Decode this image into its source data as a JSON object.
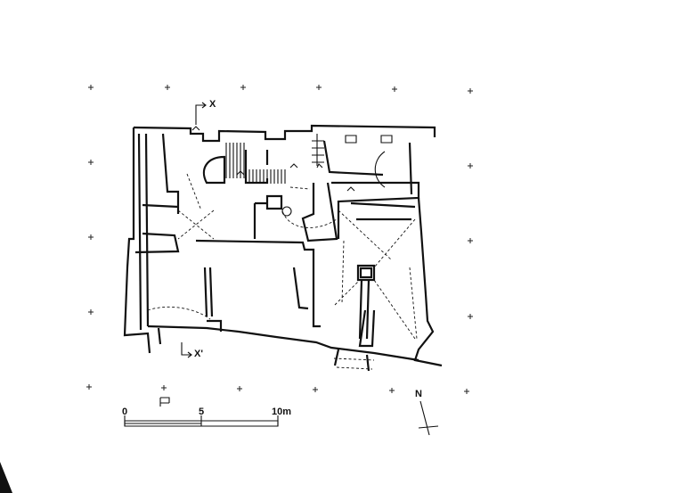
{
  "section_labels": {
    "top": "X",
    "bottom": "X'"
  },
  "scale_bar": {
    "tick_labels": [
      "0",
      "5",
      "10m"
    ]
  },
  "north_label": "N",
  "colors": {
    "ink": "#111111",
    "paper": "#ffffff"
  }
}
